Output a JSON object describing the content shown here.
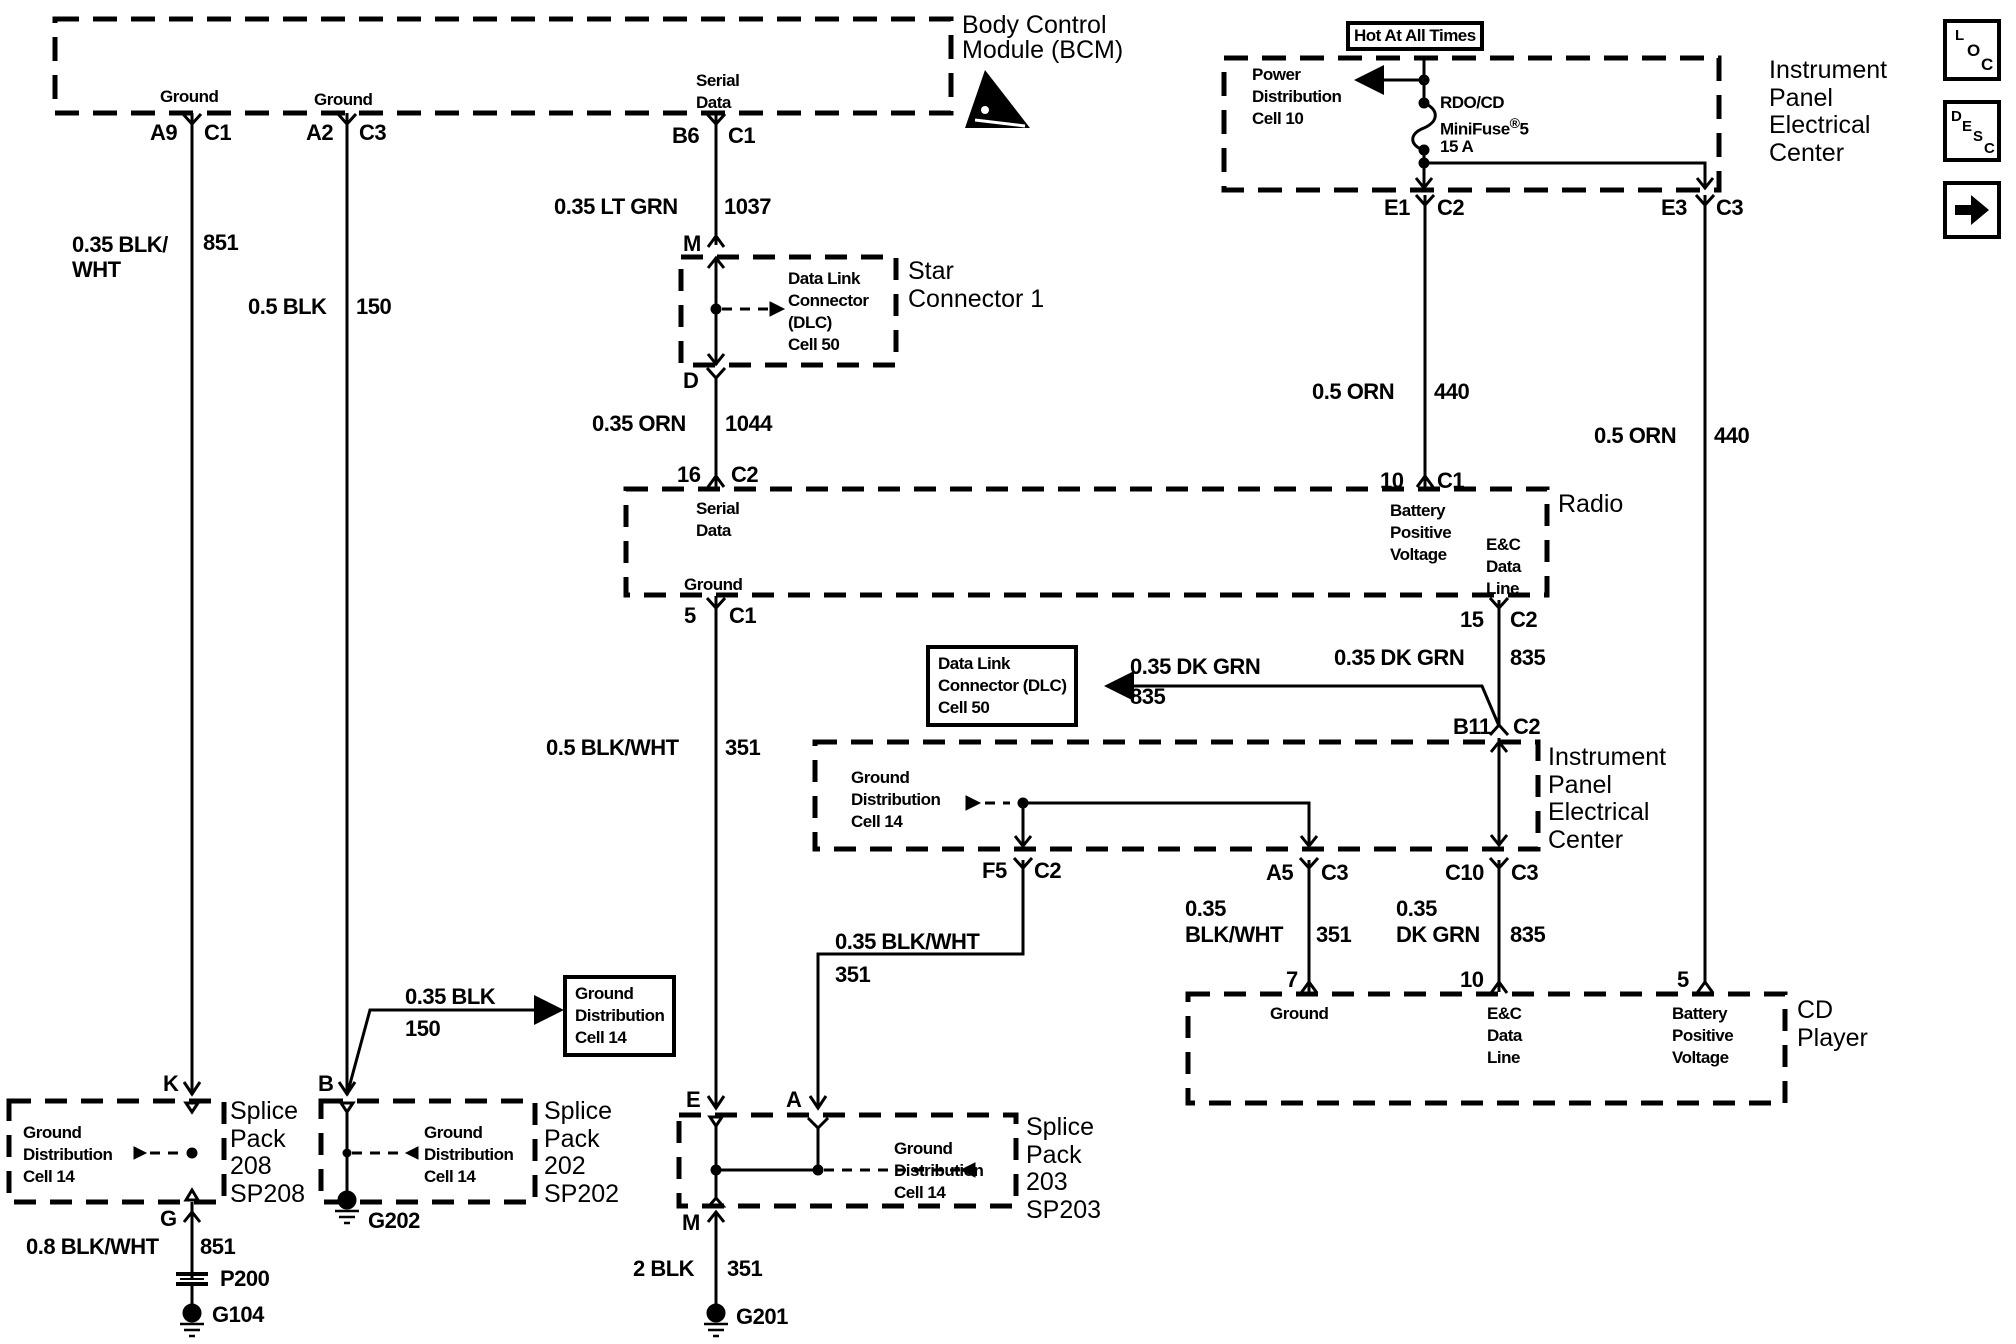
{
  "components": {
    "bcm": {
      "title": "Body Control\nModule (BCM)",
      "pins": [
        {
          "label": "Ground",
          "pin": "A9",
          "connector": "C1"
        },
        {
          "label": "Ground",
          "pin": "A2",
          "connector": "C3"
        },
        {
          "label": "Serial\nData",
          "pin": "B6",
          "connector": "C1"
        }
      ]
    },
    "ipec_top": {
      "title": "Instrument\nPanel\nElectrical\nCenter",
      "hot_label": "Hot At All Times",
      "power_dist": "Power\nDistribution\nCell 10",
      "fuse": {
        "name": "RDO/CD",
        "type": "MiniFuse",
        "reg_mark": "®",
        "number": "5",
        "rating": "15 A"
      },
      "pins": [
        {
          "pin": "E1",
          "connector": "C2"
        },
        {
          "pin": "E3",
          "connector": "C3"
        }
      ]
    },
    "star_connector": {
      "title": "Star\nConnector 1",
      "inner": "Data Link\nConnector\n(DLC)\nCell 50",
      "pin_top": "M",
      "pin_bottom": "D"
    },
    "radio": {
      "title": "Radio",
      "serial_data": "Serial\nData",
      "ground": "Ground",
      "battery": "Battery\nPositive\nVoltage",
      "ec_data": "E&C\nData\nLine",
      "pins": [
        {
          "pin": "16",
          "connector": "C2"
        },
        {
          "pin": "10",
          "connector": "C1"
        },
        {
          "pin": "5",
          "connector": "C1"
        },
        {
          "pin": "15",
          "connector": "C2"
        }
      ]
    },
    "dlc_ref": {
      "text": "Data Link\nConnector (DLC)\nCell 50"
    },
    "ipec_bottom": {
      "title": "Instrument\nPanel\nElectrical\nCenter",
      "ground_dist": "Ground\nDistribution\nCell 14",
      "pins": [
        {
          "pin": "B11",
          "connector": "C2"
        },
        {
          "pin": "F5",
          "connector": "C2"
        },
        {
          "pin": "A5",
          "connector": "C3"
        },
        {
          "pin": "C10",
          "connector": "C3"
        }
      ]
    },
    "cd_player": {
      "title": "CD\nPlayer",
      "ground": "Ground",
      "ec_data": "E&C\nData\nLine",
      "battery": "Battery\nPositive\nVoltage",
      "pins": [
        {
          "pin": "7"
        },
        {
          "pin": "10"
        },
        {
          "pin": "5"
        }
      ]
    },
    "ground_dist_ref": {
      "text": "Ground\nDistribution\nCell 14"
    },
    "sp208": {
      "title": "Splice\nPack\n208\nSP208",
      "inner": "Ground\nDistribution\nCell 14",
      "pin_top": "K",
      "pin_bottom": "G"
    },
    "sp202": {
      "title": "Splice\nPack\n202\nSP202",
      "inner": "Ground\nDistribution\nCell 14",
      "pin_top": "B"
    },
    "sp203": {
      "title": "Splice\nPack\n203\nSP203",
      "inner": "Ground\nDistribution\nCell 14",
      "pin_e": "E",
      "pin_a": "A",
      "pin_m": "M"
    }
  },
  "wires": [
    {
      "id": "w851a",
      "spec": "0.35 BLK/\nWHT",
      "circuit": "851"
    },
    {
      "id": "w150a",
      "spec": "0.5 BLK",
      "circuit": "150"
    },
    {
      "id": "w1037",
      "spec": "0.35 LT GRN",
      "circuit": "1037"
    },
    {
      "id": "w1044",
      "spec": "0.35 ORN",
      "circuit": "1044"
    },
    {
      "id": "w440a",
      "spec": "0.5 ORN",
      "circuit": "440"
    },
    {
      "id": "w440b",
      "spec": "0.5 ORN",
      "circuit": "440"
    },
    {
      "id": "w351a",
      "spec": "0.5 BLK/WHT",
      "circuit": "351"
    },
    {
      "id": "w835a",
      "spec": "0.35 DK GRN",
      "circuit": "835"
    },
    {
      "id": "w835b",
      "spec": "0.35 DK GRN",
      "circuit": "835"
    },
    {
      "id": "w351b",
      "spec": "0.35 BLK/WHT",
      "circuit": "351"
    },
    {
      "id": "w351c",
      "spec": "0.35\nBLK/WHT",
      "circuit": "351"
    },
    {
      "id": "w835c",
      "spec": "0.35\nDK GRN",
      "circuit": "835"
    },
    {
      "id": "w150b",
      "spec": "0.35 BLK",
      "circuit": "150"
    },
    {
      "id": "w851b",
      "spec": "0.8 BLK/WHT",
      "circuit": "851"
    },
    {
      "id": "w351d",
      "spec": "2 BLK",
      "circuit": "351"
    }
  ],
  "grounds": [
    "G104",
    "G202",
    "G201"
  ],
  "inline_connector": "P200",
  "nav_buttons": {
    "loc": {
      "letters": [
        "L",
        "O",
        "C"
      ]
    },
    "desc": {
      "letters": [
        "D",
        "E",
        "S",
        "C"
      ]
    },
    "next": {
      "icon": "right-arrow-icon"
    }
  }
}
